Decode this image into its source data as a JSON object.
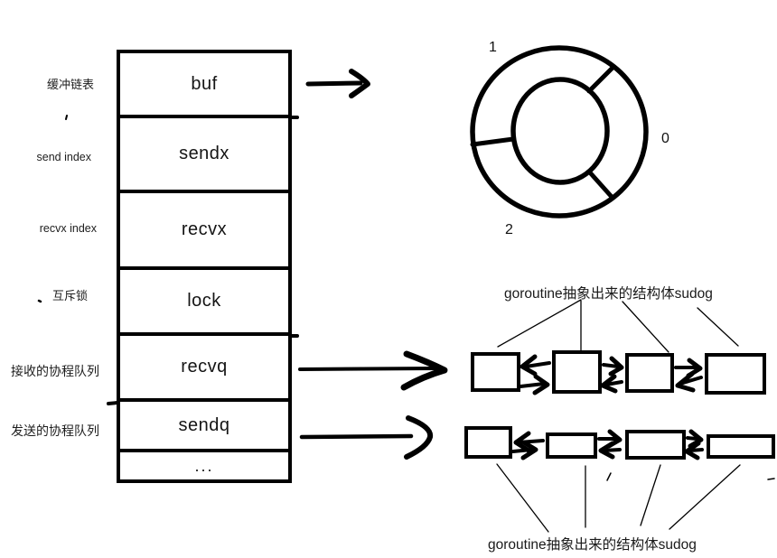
{
  "hchan_struct": {
    "rows": [
      {
        "annotation": "缓冲链表",
        "field": "buf"
      },
      {
        "annotation": "send index",
        "field": "sendx"
      },
      {
        "annotation": "recvx index",
        "field": "recvx"
      },
      {
        "annotation": "互斥锁",
        "field": "lock"
      },
      {
        "annotation": "接收的协程队列",
        "field": "recvq"
      },
      {
        "annotation": "发送的协程队列",
        "field": "sendq"
      },
      {
        "annotation": "",
        "field": "..."
      }
    ]
  },
  "ring_buffer": {
    "slot_labels": [
      "1",
      "0",
      "2"
    ]
  },
  "recvq_list": {
    "caption": "goroutine抽象出来的结构体sudog",
    "node_count": 4
  },
  "sendq_list": {
    "caption": "goroutine抽象出来的结构体sudog",
    "node_count": 4
  },
  "colors": {
    "ink": "#000000",
    "text": "#1f1f1f",
    "background": "#ffffff"
  }
}
